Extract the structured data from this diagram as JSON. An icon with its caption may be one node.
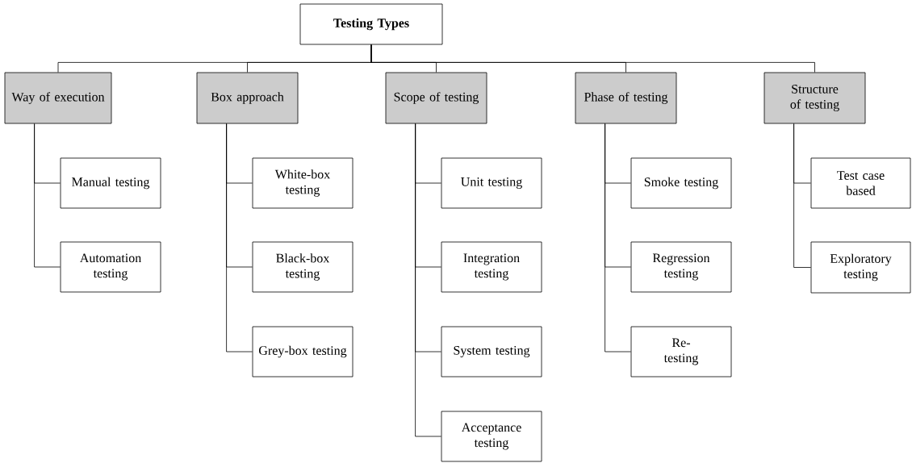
{
  "diagram": {
    "nodes": [
      {
        "text": [
          "Testing Types"
        ]
      },
      {
        "text": [
          "Way of execution"
        ]
      },
      {
        "text": [
          "Manual testing"
        ]
      },
      {
        "text": [
          "Automation testing"
        ]
      },
      {
        "text": [
          "Box approach"
        ]
      },
      {
        "text": [
          "White-box testing"
        ]
      },
      {
        "text": [
          "Black-box testing"
        ]
      },
      {
        "text": [
          "Grey-box testing"
        ]
      },
      {
        "text": [
          "Scope of testing"
        ]
      },
      {
        "text": [
          "Unit testing"
        ]
      },
      {
        "text": [
          "Integration testing"
        ]
      },
      {
        "text": [
          "System testing"
        ]
      },
      {
        "text": [
          "Acceptance testing"
        ]
      },
      {
        "text": [
          "Phase of testing"
        ]
      },
      {
        "text": [
          "Smoke testing"
        ]
      },
      {
        "text": [
          "Regression testing"
        ]
      },
      {
        "text": [
          "Re- testing"
        ]
      },
      {
        "text": [
          "Structure of testing"
        ]
      },
      {
        "text": [
          "Test case based"
        ]
      },
      {
        "text": [
          "Exploratory testing"
        ]
      }
    ],
    "edges": [
      {
        "from": 0,
        "to": 1,
        "arrow": "none"
      },
      {
        "from": 0,
        "to": 4,
        "arrow": "none"
      },
      {
        "from": 0,
        "to": 8,
        "arrow": "none"
      },
      {
        "from": 0,
        "to": 13,
        "arrow": "none"
      },
      {
        "from": 0,
        "to": 17,
        "arrow": "none"
      },
      {
        "from": 1,
        "to": 2,
        "arrow": "none"
      },
      {
        "from": 1,
        "to": 3,
        "arrow": "none"
      },
      {
        "from": 4,
        "to": 5,
        "arrow": "none"
      },
      {
        "from": 4,
        "to": 6,
        "arrow": "none"
      },
      {
        "from": 4,
        "to": 7,
        "arrow": "none"
      },
      {
        "from": 8,
        "to": 9,
        "arrow": "none"
      },
      {
        "from": 8,
        "to": 10,
        "arrow": "none"
      },
      {
        "from": 8,
        "to": 11,
        "arrow": "none"
      },
      {
        "from": 8,
        "to": 12,
        "arrow": "none"
      },
      {
        "from": 13,
        "to": 14,
        "arrow": "none"
      },
      {
        "from": 13,
        "to": 15,
        "arrow": "none"
      },
      {
        "from": 13,
        "to": 16,
        "arrow": "none"
      },
      {
        "from": 17,
        "to": 18,
        "arrow": "none"
      },
      {
        "from": 17,
        "to": 19,
        "arrow": "none"
      }
    ]
  }
}
